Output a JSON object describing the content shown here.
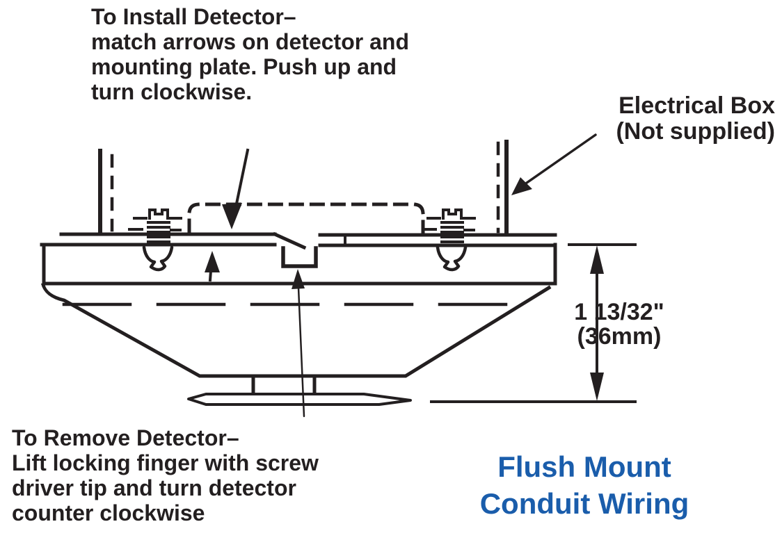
{
  "theme": {
    "ink": "#231f20",
    "caption": "#1a5dab",
    "paper": "#ffffff"
  },
  "annotations": {
    "install_note": "To Install Detector–\nmatch arrows on detector and\nmounting plate. Push up and\nturn clockwise.",
    "electrical_box_label": "Electrical Box\n(Not supplied)",
    "height_dimension_label": "1 13/32\"\n(36mm)",
    "remove_note": "To Remove Detector–\nLift locking finger with screw\ndriver tip and turn detector\ncounter clockwise",
    "caption": "Flush Mount\nConduit Wiring"
  },
  "drawing": {
    "type": "technical line drawing, side cross-section of flush-mount smoke detector installation",
    "parts": [
      "left-conduit",
      "right-conduit",
      "electrical-box-outline",
      "mounting-plate",
      "mounting-screw-left",
      "mounting-screw-right",
      "locking-finger-notch",
      "detector-body",
      "detector-base-stem",
      "install-arrow",
      "push-up-arrow",
      "remove-arrow",
      "electrical-box-pointer-arrow",
      "height-dimension"
    ],
    "dimension_value": "1 13/32 in (36 mm)"
  }
}
